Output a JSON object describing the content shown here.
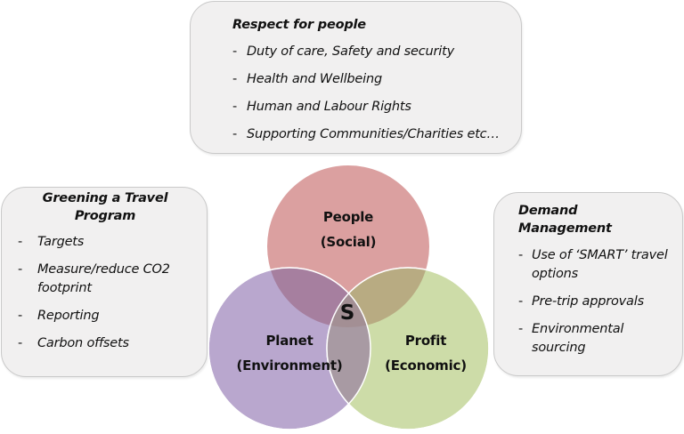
{
  "top_box": {
    "title": "Respect for people",
    "items": [
      "Duty of care, Safety and security",
      "Health and Wellbeing",
      "Human and Labour Rights",
      "Supporting Communities/Charities etc…"
    ]
  },
  "left_box": {
    "title_line1": "Greening a Travel",
    "title_line2": "Program",
    "items": [
      "Targets",
      "Measure/reduce CO2 footprint",
      "Reporting",
      "Carbon offsets"
    ]
  },
  "right_box": {
    "title": "Demand Management",
    "items": [
      "Use of ‘SMART’ travel options",
      "Pre-trip approvals",
      "Environmental sourcing"
    ]
  },
  "venn": {
    "center_label": "S",
    "circles": [
      {
        "name": "People",
        "subtitle": "(Social)",
        "color": "#dba0a0"
      },
      {
        "name": "Planet",
        "subtitle": "(Environment)",
        "color": "#b9a7ce"
      },
      {
        "name": "Profit",
        "subtitle": "(Economic)",
        "color": "#cddca8"
      }
    ],
    "overlap_colors": {
      "people_planet": "#a67f9f",
      "people_profit": "#b8ab82",
      "planet_profit": "#a89aa3",
      "all_three": "#a38f94"
    }
  },
  "dash": "-"
}
